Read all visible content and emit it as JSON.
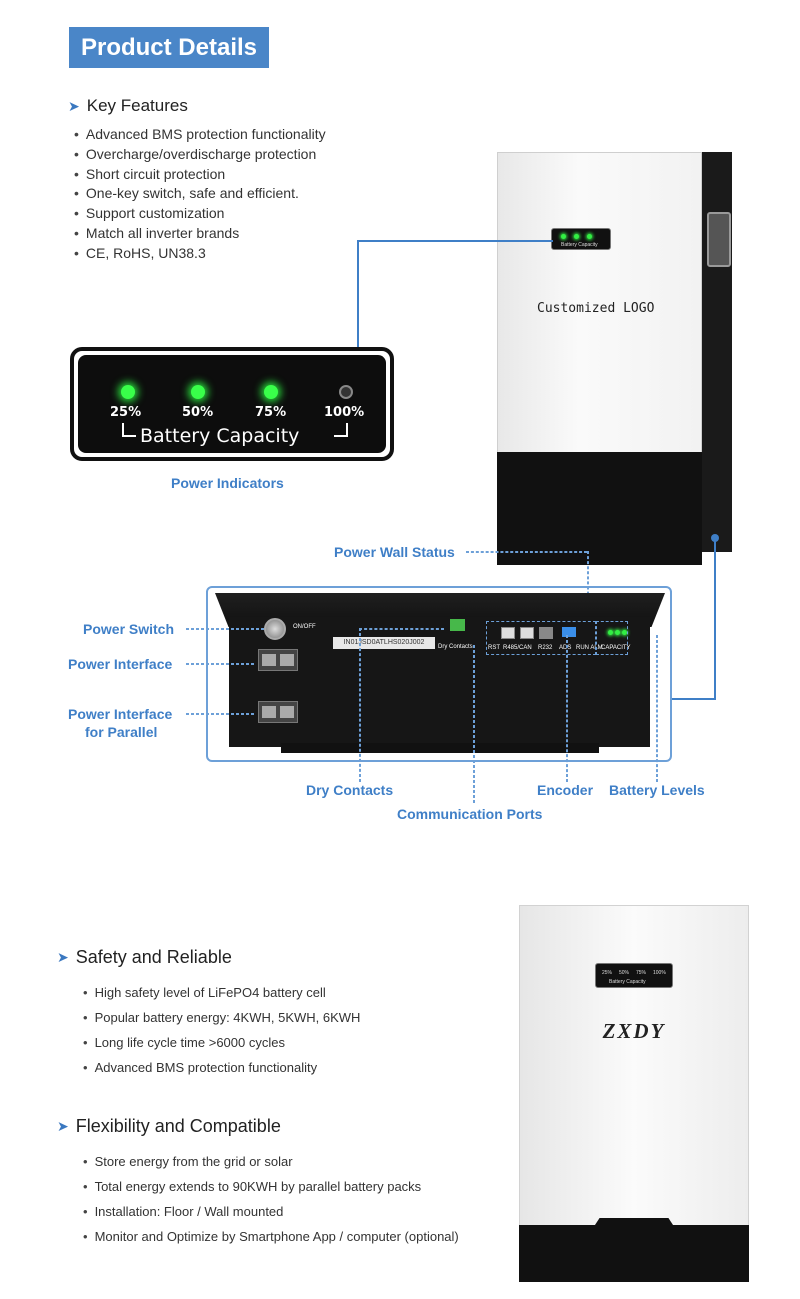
{
  "header": {
    "title": "Product Details"
  },
  "key_features": {
    "heading": "Key Features",
    "items": [
      "Advanced BMS protection functionality",
      "Overcharge/overdischarge protection",
      "Short circuit protection",
      "One-key switch, safe and efficient.",
      "Support customization",
      "Match all inverter brands",
      "CE, RoHS, UN38.3"
    ]
  },
  "battery_top": {
    "logo_text": "Customized LOGO",
    "panel_caption": "Battery Capacity"
  },
  "capacity_panel": {
    "levels": [
      "25%",
      "50%",
      "75%",
      "100%"
    ],
    "label": "Battery Capacity",
    "caption": "Power Indicators"
  },
  "callouts": {
    "power_wall_status": "Power Wall Status",
    "power_switch": "Power Switch",
    "power_interface": "Power Interface",
    "power_interface_parallel_1": "Power Interface",
    "power_interface_parallel_2": "for Parallel",
    "dry_contacts": "Dry  Contacts",
    "communication_ports": "Communication Ports",
    "encoder": "Encoder",
    "battery_levels": "Battery Levels"
  },
  "device_panel": {
    "onoff": "ON/OFF",
    "serial": "IN01JSD0ATLHS020J002",
    "dry_contacts": "Dry Contacts",
    "rst": "RST",
    "r485": "R485/CAN",
    "r232": "R232",
    "ads": "ADS",
    "run_alm": "RUN ALM",
    "capacity": "CAPACITY"
  },
  "safety": {
    "heading": "Safety and Reliable",
    "items": [
      "High safety level of LiFePO4 battery cell",
      "Popular battery energy: 4KWH, 5KWH, 6KWH",
      "Long life cycle time >6000 cycles",
      "Advanced BMS protection functionality"
    ]
  },
  "flexibility": {
    "heading": "Flexibility and Compatible",
    "items": [
      "Store energy from the grid or solar",
      "Total energy extends to 90KWH by parallel battery packs",
      "Installation: Floor / Wall mounted",
      "Monitor and Optimize by Smartphone App / computer (optional)"
    ]
  },
  "battery_bottom": {
    "brand": "ZXDY",
    "panel_caption": "Battery Capacity",
    "levels": [
      "25%",
      "50%",
      "75%",
      "100%"
    ]
  },
  "colors": {
    "accent": "#4a86c8",
    "callout_blue": "#3f7fc7",
    "led_green": "#39ff4a"
  }
}
